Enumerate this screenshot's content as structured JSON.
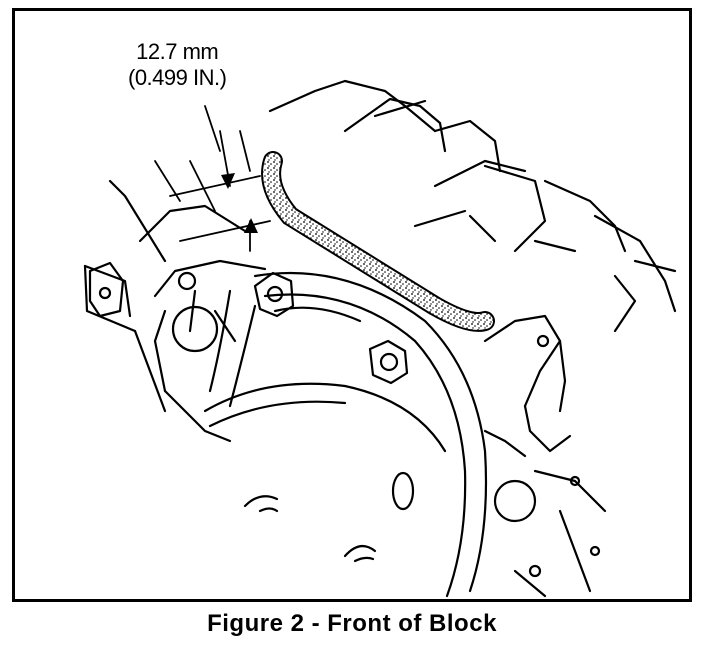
{
  "figure": {
    "caption": "Figure 2 - Front of Block",
    "dimension_metric": "12.7 mm",
    "dimension_imperial": "(0.499 IN.)",
    "colors": {
      "line": "#000000",
      "background": "#ffffff",
      "sealant": "#6a6a6a"
    }
  }
}
